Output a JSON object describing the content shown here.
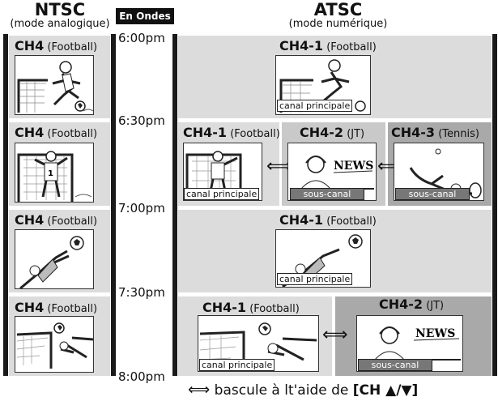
{
  "headers": {
    "ntsc_title": "NTSC",
    "ntsc_sub": "(mode analogique)",
    "en_ondes": "En Ondes",
    "atsc_title": "ATSC",
    "atsc_sub": "(mode numérique)"
  },
  "times": [
    "6:00pm",
    "6:30pm",
    "7:00pm",
    "7:30pm",
    "8:00pm"
  ],
  "ntsc_rows": [
    {
      "channel": "CH4",
      "program": "(Football)"
    },
    {
      "channel": "CH4",
      "program": "(Football)"
    },
    {
      "channel": "CH4",
      "program": "(Football)"
    },
    {
      "channel": "CH4",
      "program": "(Football)"
    }
  ],
  "atsc": {
    "row1": {
      "channel": "CH4-1",
      "program": "(Football)",
      "tag": "canal principale"
    },
    "row2": [
      {
        "channel": "CH4-1",
        "program": "(Football)",
        "tag": "canal principale"
      },
      {
        "channel": "CH4-2",
        "program": "(JT)",
        "tag": "sous-canal",
        "news": "NEWS"
      },
      {
        "channel": "CH4-3",
        "program": "(Tennis)",
        "tag": "sous-canal"
      }
    ],
    "row3": {
      "channel": "CH4-1",
      "program": "(Football)",
      "tag": "canal principale"
    },
    "row4": [
      {
        "channel": "CH4-1",
        "program": "(Football)",
        "tag": "canal principale"
      },
      {
        "channel": "CH4-2",
        "program": "(JT)",
        "tag": "sous-canal",
        "news": "NEWS"
      }
    ]
  },
  "switch_glyph": "⟺",
  "footer": {
    "text": "bascule à lt'aide de",
    "keys": "[CH ▲/▼]"
  },
  "colors": {
    "panel": "#dcdcdc",
    "panel_dark": "#a9a9a9",
    "bar": "#1a1a1a"
  }
}
